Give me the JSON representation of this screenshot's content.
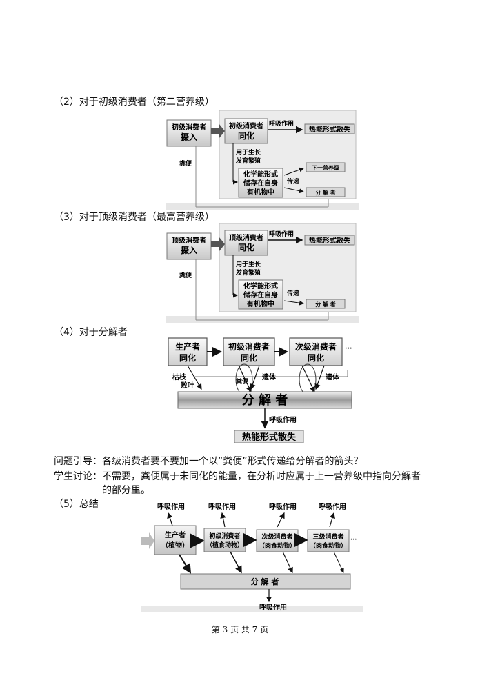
{
  "headings": {
    "h2": "（2）对于初级消费者（第二营养级）",
    "h3": "（3）对于顶级消费者（最高营养级）",
    "h4": "（4）对于分解者",
    "h5": "（5）总结"
  },
  "diagram2": {
    "intake": [
      "初级消费者",
      "摄入"
    ],
    "assim": [
      "初级消费者",
      "同化"
    ],
    "respiration": "呼吸作用",
    "heat": "热能形式散失",
    "growth": [
      "用于生长",
      "发育繁殖"
    ],
    "feces": "粪便",
    "storage": [
      "化学能形式",
      "储存在自身",
      "有机物中"
    ],
    "pass": "传递",
    "next_level": "下一营养级",
    "decomposer": "分 解 者"
  },
  "diagram3": {
    "intake": [
      "顶级消费者",
      "摄入"
    ],
    "assim": [
      "顶级消费者",
      "同化"
    ],
    "respiration": "呼吸作用",
    "heat": "热能形式散失",
    "growth": [
      "用于生长",
      "发育繁殖"
    ],
    "feces": "粪便",
    "storage": [
      "化学能形式",
      "储存在自身",
      "有机物中"
    ],
    "pass": "传递",
    "decomposer": "分 解 者"
  },
  "diagram4": {
    "producer": [
      "生产者",
      "同化"
    ],
    "primary": [
      "初级消费者",
      "同化"
    ],
    "secondary": [
      "次级消费者",
      "同化"
    ],
    "ellipsis": "···",
    "litter": [
      "枯枝",
      "败叶"
    ],
    "feces": "粪便",
    "remains1": "遗体",
    "remains2": "遗体",
    "decomposer": "分 解 者",
    "respiration": "呼吸作用",
    "heat": "热能形式散失"
  },
  "question": {
    "q_label": "问题引导：",
    "q_text": "各级消费者要不要加一个以“粪便”形式传递给分解者的箭头？",
    "a_label": "学生讨论：",
    "a_text_1": "不需要，粪便属于未同化的能量，在分析时应属于上一营养级中指向分解者",
    "a_text_2": "的部分里。"
  },
  "diagram5": {
    "resp": [
      "呼吸作用",
      "呼吸作用",
      "呼吸作用",
      "呼吸作用"
    ],
    "producer": [
      "生产者",
      "（植物）"
    ],
    "primary": [
      "初级消费者",
      "（植食动物）"
    ],
    "secondary": [
      "次级消费者",
      "（肉食动物）"
    ],
    "tertiary": [
      "三级消费者",
      "（肉食动物）"
    ],
    "ellipsis": "···",
    "decomposer": "分 解 者",
    "bottom_resp": "呼吸作用"
  },
  "footer": "第 3 页 共 7 页"
}
